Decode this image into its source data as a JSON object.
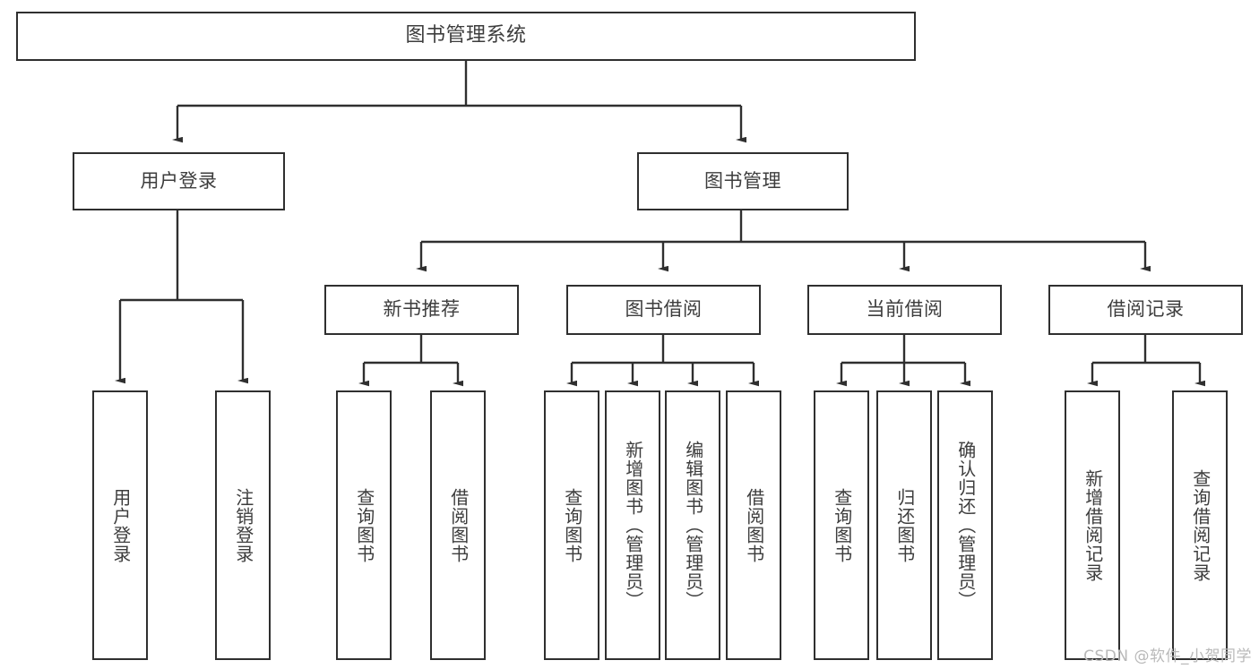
{
  "diagram": {
    "title": "图书管理系统",
    "type": "hierarchy-tree",
    "levels": 4,
    "nodes": {
      "root": {
        "label": "图书管理系统"
      },
      "level2": [
        {
          "id": "user-login",
          "label": "用户登录"
        },
        {
          "id": "book-management",
          "label": "图书管理"
        }
      ],
      "level3": [
        {
          "id": "new-book-recommend",
          "label": "新书推荐"
        },
        {
          "id": "book-borrow",
          "label": "图书借阅"
        },
        {
          "id": "current-borrow",
          "label": "当前借阅"
        },
        {
          "id": "borrow-record",
          "label": "借阅记录"
        }
      ],
      "leaves": [
        {
          "id": "leaf-user-login",
          "label": "用户登录",
          "parent": "user-login"
        },
        {
          "id": "leaf-logout",
          "label": "注销登录",
          "parent": "user-login"
        },
        {
          "id": "leaf-query-book-1",
          "label": "查询图书",
          "parent": "new-book-recommend"
        },
        {
          "id": "leaf-borrow-book-1",
          "label": "借阅图书",
          "parent": "new-book-recommend"
        },
        {
          "id": "leaf-query-book-2",
          "label": "查询图书",
          "parent": "book-borrow"
        },
        {
          "id": "leaf-add-book",
          "label": "新增图书（管理员）",
          "parent": "book-borrow"
        },
        {
          "id": "leaf-edit-book",
          "label": "编辑图书（管理员）",
          "parent": "book-borrow"
        },
        {
          "id": "leaf-borrow-book-2",
          "label": "借阅图书",
          "parent": "book-borrow"
        },
        {
          "id": "leaf-query-book-3",
          "label": "查询图书",
          "parent": "current-borrow"
        },
        {
          "id": "leaf-return-book",
          "label": "归还图书",
          "parent": "current-borrow"
        },
        {
          "id": "leaf-confirm-return",
          "label": "确认归还（管理员）",
          "parent": "current-borrow"
        },
        {
          "id": "leaf-add-record",
          "label": "新增借阅记录",
          "parent": "borrow-record"
        },
        {
          "id": "leaf-query-record",
          "label": "查询借阅记录",
          "parent": "borrow-record"
        }
      ]
    },
    "colors": {
      "border": "#2f2f2f",
      "text": "#3d3d3d",
      "background": "#ffffff",
      "watermark": "#b9b9b9"
    }
  },
  "watermark": {
    "text": "CSDN @软件_小贺同学"
  }
}
